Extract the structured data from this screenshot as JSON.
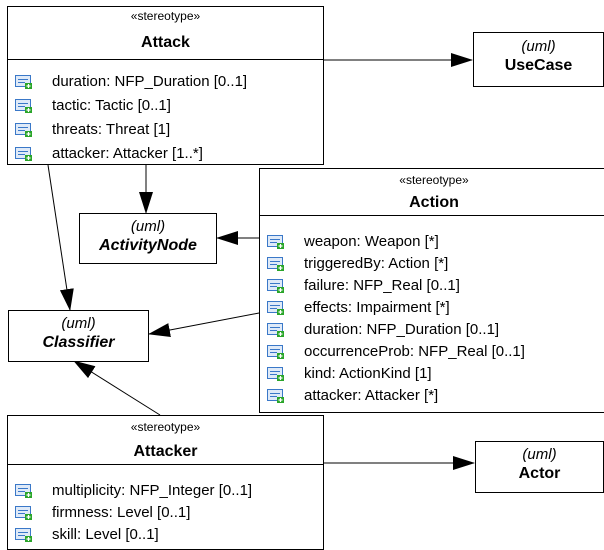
{
  "attack": {
    "stereotype": "«stereotype»",
    "name": "Attack",
    "attributes": [
      {
        "text": "duration: NFP_Duration [0..1]",
        "icon": "property-icon"
      },
      {
        "text": "tactic: Tactic [0..1]",
        "icon": "property-icon"
      },
      {
        "text": "threats: Threat [1]",
        "icon": "property-icon"
      },
      {
        "text": "attacker: Attacker [1..*]",
        "icon": "property-icon"
      }
    ]
  },
  "action": {
    "stereotype": "«stereotype»",
    "name": "Action",
    "attributes": [
      {
        "text": "weapon: Weapon [*]",
        "icon": "property-icon"
      },
      {
        "text": "triggeredBy: Action [*]",
        "icon": "property-icon"
      },
      {
        "text": "failure: NFP_Real [0..1]",
        "icon": "property-icon"
      },
      {
        "text": "effects: Impairment [*]",
        "icon": "property-icon"
      },
      {
        "text": "duration: NFP_Duration [0..1]",
        "icon": "property-icon"
      },
      {
        "text": "occurrenceProb: NFP_Real [0..1]",
        "icon": "property-icon"
      },
      {
        "text": "kind: ActionKind [1]",
        "icon": "property-icon"
      },
      {
        "text": "attacker: Attacker [*]",
        "icon": "property-icon"
      }
    ]
  },
  "attacker": {
    "stereotype": "«stereotype»",
    "name": "Attacker",
    "attributes": [
      {
        "text": "multiplicity: NFP_Integer [0..1]",
        "icon": "property-icon"
      },
      {
        "text": "firmness: Level [0..1]",
        "icon": "property-icon"
      },
      {
        "text": "skill: Level [0..1]",
        "icon": "property-icon"
      }
    ]
  },
  "metaclasses": {
    "usecase": {
      "stereotype": "(uml)",
      "name": "UseCase"
    },
    "activitynode": {
      "stereotype": "(uml)",
      "name": "ActivityNode"
    },
    "classifier": {
      "stereotype": "(uml)",
      "name": "Classifier"
    },
    "actor": {
      "stereotype": "(uml)",
      "name": "Actor"
    }
  },
  "colors": {
    "line": "#000000",
    "icon_blue": "#3a78c8",
    "icon_green": "#2aa52a"
  }
}
